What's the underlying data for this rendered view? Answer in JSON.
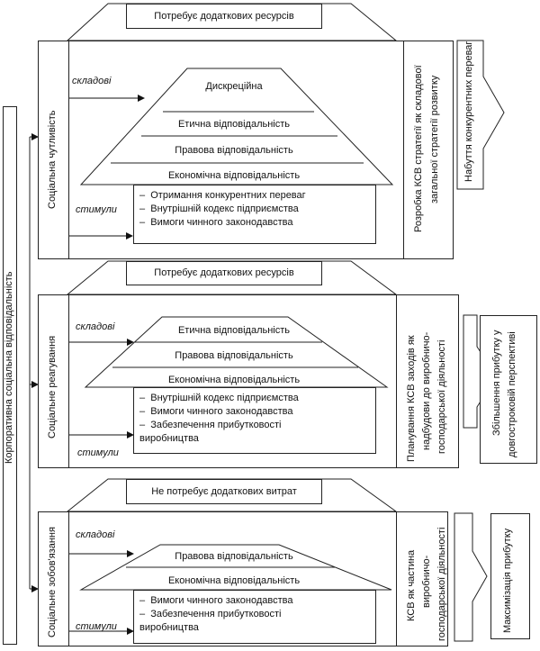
{
  "side_label": "Корпоративна соціальна відповідальність",
  "levels": [
    {
      "header": "Потребує додаткових ресурсів",
      "level_name": "Соціальна чутливість",
      "composition_label": "складові",
      "stimulus_label": "стимули",
      "pyramid": [
        "Дискреційна",
        "Етична відповідальність",
        "Правова відповідальність",
        "Економічна відповідальність"
      ],
      "stimuli": [
        "Отримання конкурентних переваг",
        "Внутрішній кодекс підприємства",
        "Вимоги чинного законодавства"
      ],
      "strategy": [
        "Розробка КСВ стратегії як складової",
        "загальної стратегії розвитку"
      ],
      "result": "Набуття конкурентних переваг"
    },
    {
      "header": "Потребує додаткових ресурсів",
      "level_name": "Соціальне реагування",
      "composition_label": "складові",
      "stimulus_label": "стимули",
      "pyramid": [
        "Етична відповідальність",
        "Правова відповідальність",
        "Економічна відповідальність"
      ],
      "stimuli": [
        "Внутрішній кодекс підприємства",
        "Вимоги чинного законодавства",
        "Забезпечення прибутковості",
        "виробництва"
      ],
      "strategy": [
        "Планування КСВ заходів як",
        "надбудови до виробничо-",
        "господарської діяльності"
      ],
      "result": [
        "Збільшення прибутку у",
        "довгостроковій перспективі"
      ]
    },
    {
      "header": "Не потребує додаткових витрат",
      "level_name": "Соціальне зобов'язання",
      "composition_label": "складові",
      "stimulus_label": "стимули",
      "pyramid": [
        "Правова відповідальність",
        "Економічна відповідальність"
      ],
      "stimuli": [
        "Вимоги чинного законодавства",
        "Забезпечення прибутковості",
        "виробництва"
      ],
      "strategy": [
        "КСВ як частина",
        "виробничо-",
        "господарської діяльності"
      ],
      "result": "Максимізація прибутку"
    }
  ]
}
